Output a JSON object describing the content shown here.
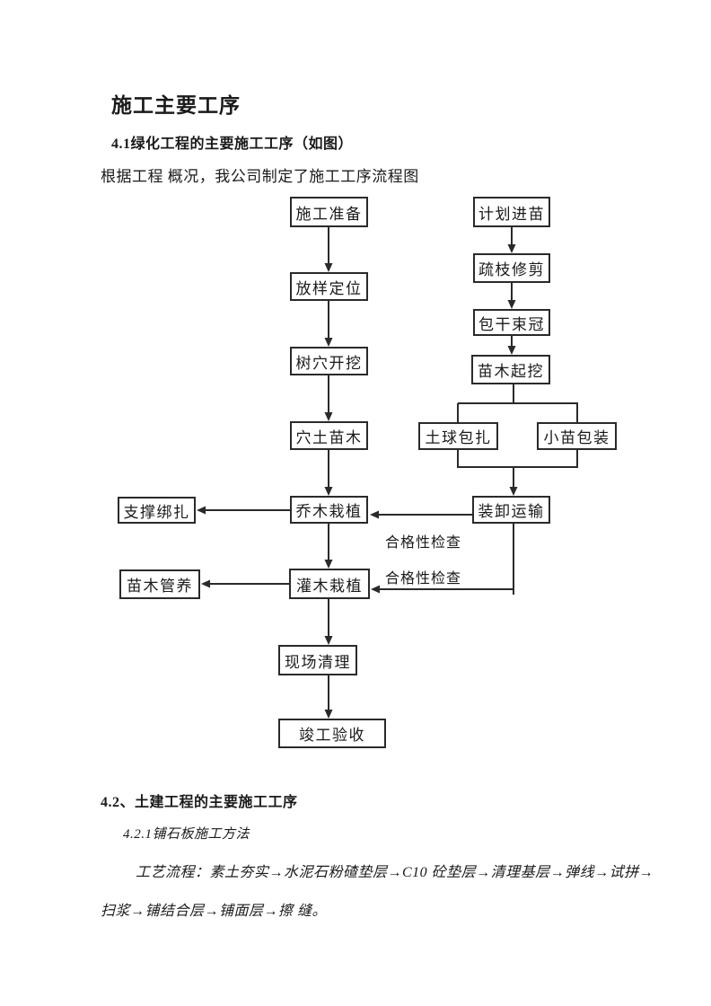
{
  "document": {
    "title": "施工主要工序",
    "section_4_1": {
      "heading": "4.1绿化工程的主要施工工序（如图）",
      "intro": "根据工程 概况，我公司制定了施工工序流程图"
    },
    "section_4_2": {
      "heading": "4.2、土建工程的主要施工工序",
      "subheading": "4.2.1铺石板施工方法",
      "process_flow_line1": "工艺流程：素土夯实→水泥石粉碴垫层→C10 砼垫层→清理基层→弹线→试拼→",
      "process_flow_line2": "扫浆→铺结合层→铺面层→擦 缝。"
    }
  },
  "flowchart": {
    "inspection_label": "合格性检查",
    "nodes": {
      "prepare": "施工准备",
      "layout": "放样定位",
      "dig_pit": "树穴开挖",
      "pit_soil": "穴土苗木",
      "tree_plant": "乔木栽植",
      "shrub_plant": "灌木栽植",
      "site_clean": "现场清理",
      "completion": "竣工验收",
      "plan_seedling": "计划进苗",
      "prune": "疏枝修剪",
      "wrap_trunk": "包干束冠",
      "lift_seedling": "苗木起挖",
      "ball_wrap": "土球包扎",
      "small_pack": "小苗包装",
      "load_transport": "装卸运输",
      "support_tie": "支撑绑扎",
      "maintain": "苗木管养"
    },
    "edges": [
      {
        "from": "施工准备",
        "to": "放样定位"
      },
      {
        "from": "放样定位",
        "to": "树穴开挖"
      },
      {
        "from": "树穴开挖",
        "to": "穴土苗木"
      },
      {
        "from": "穴土苗木",
        "to": "乔木栽植"
      },
      {
        "from": "乔木栽植",
        "to": "灌木栽植"
      },
      {
        "from": "灌木栽植",
        "to": "现场清理"
      },
      {
        "from": "现场清理",
        "to": "竣工验收"
      },
      {
        "from": "计划进苗",
        "to": "疏枝修剪"
      },
      {
        "from": "疏枝修剪",
        "to": "包干束冠"
      },
      {
        "from": "包干束冠",
        "to": "苗木起挖"
      },
      {
        "from": "苗木起挖",
        "to": "土球包扎"
      },
      {
        "from": "苗木起挖",
        "to": "小苗包装"
      },
      {
        "from": "土球包扎",
        "to": "装卸运输"
      },
      {
        "from": "小苗包装",
        "to": "装卸运输"
      },
      {
        "from": "装卸运输",
        "to": "乔木栽植",
        "label": "合格性检查"
      },
      {
        "from": "装卸运输",
        "to": "灌木栽植",
        "label": "合格性检查"
      },
      {
        "from": "乔木栽植",
        "to": "支撑绑扎"
      },
      {
        "from": "灌木栽植",
        "to": "苗木管养"
      }
    ]
  },
  "colors": {
    "text": "#1a1a1a",
    "line": "#2a2a2a",
    "background": "#ffffff"
  }
}
